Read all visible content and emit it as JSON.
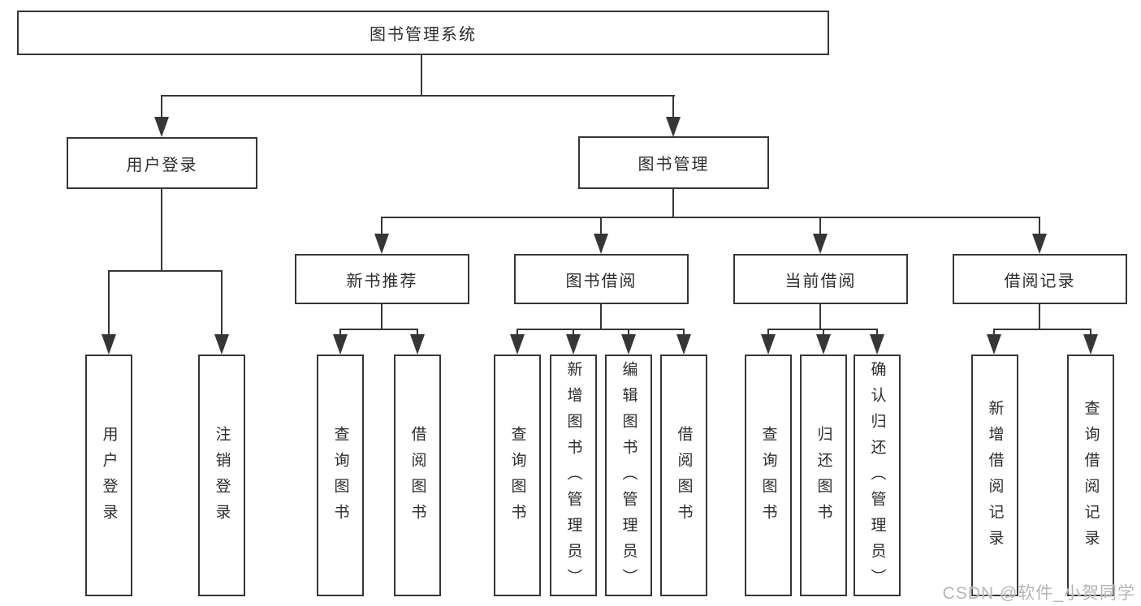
{
  "diagram": {
    "title": "图书管理系统",
    "tree": {
      "root": {
        "label": "图书管理系统"
      },
      "children": [
        {
          "label": "用户登录",
          "leaves": [
            "用户登录",
            "注销登录"
          ]
        },
        {
          "label": "图书管理",
          "children": [
            {
              "label": "新书推荐",
              "leaves": [
                "查询图书",
                "借阅图书"
              ]
            },
            {
              "label": "图书借阅",
              "leaves": [
                "查询图书",
                "新增图书（管理员）",
                "编辑图书（管理员）",
                "借阅图书"
              ]
            },
            {
              "label": "当前借阅",
              "leaves": [
                "查询图书",
                "归还图书",
                "确认归还（管理员）"
              ]
            },
            {
              "label": "借阅记录",
              "leaves": [
                "新增借阅记录",
                "查询借阅记录"
              ]
            }
          ]
        }
      ]
    },
    "colors": {
      "line": "#363636",
      "border": "#363636",
      "text": "#2d2d2d",
      "watermark": "#b5b5b5",
      "background": "#ffffff"
    },
    "watermark": "CSDN @软件_小贺同学"
  }
}
